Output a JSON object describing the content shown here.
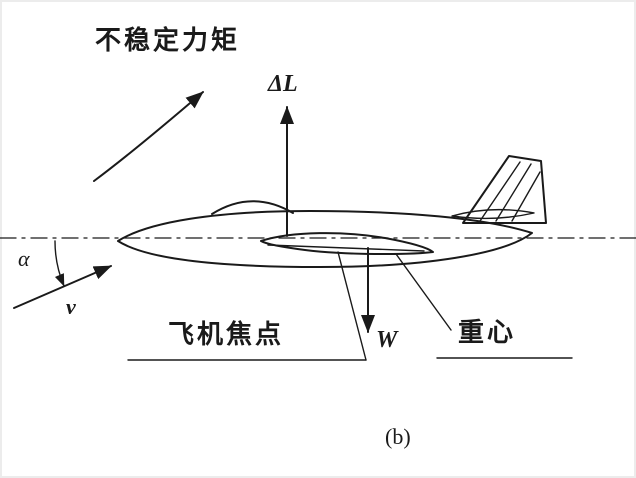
{
  "figure": {
    "type": "textbook-diagram",
    "topic": "aircraft longitudinal static instability force diagram",
    "colors": {
      "ink": "#1a1a1a",
      "background": "#ffffff"
    },
    "labels": {
      "unstable_moment": "不稳定力矩",
      "lift_increment": "ΔL",
      "alpha": "α",
      "velocity": "v",
      "focal_point": "飞机焦点",
      "weight": "W",
      "center_of_gravity": "重心",
      "subfigure": "(b)"
    }
  }
}
